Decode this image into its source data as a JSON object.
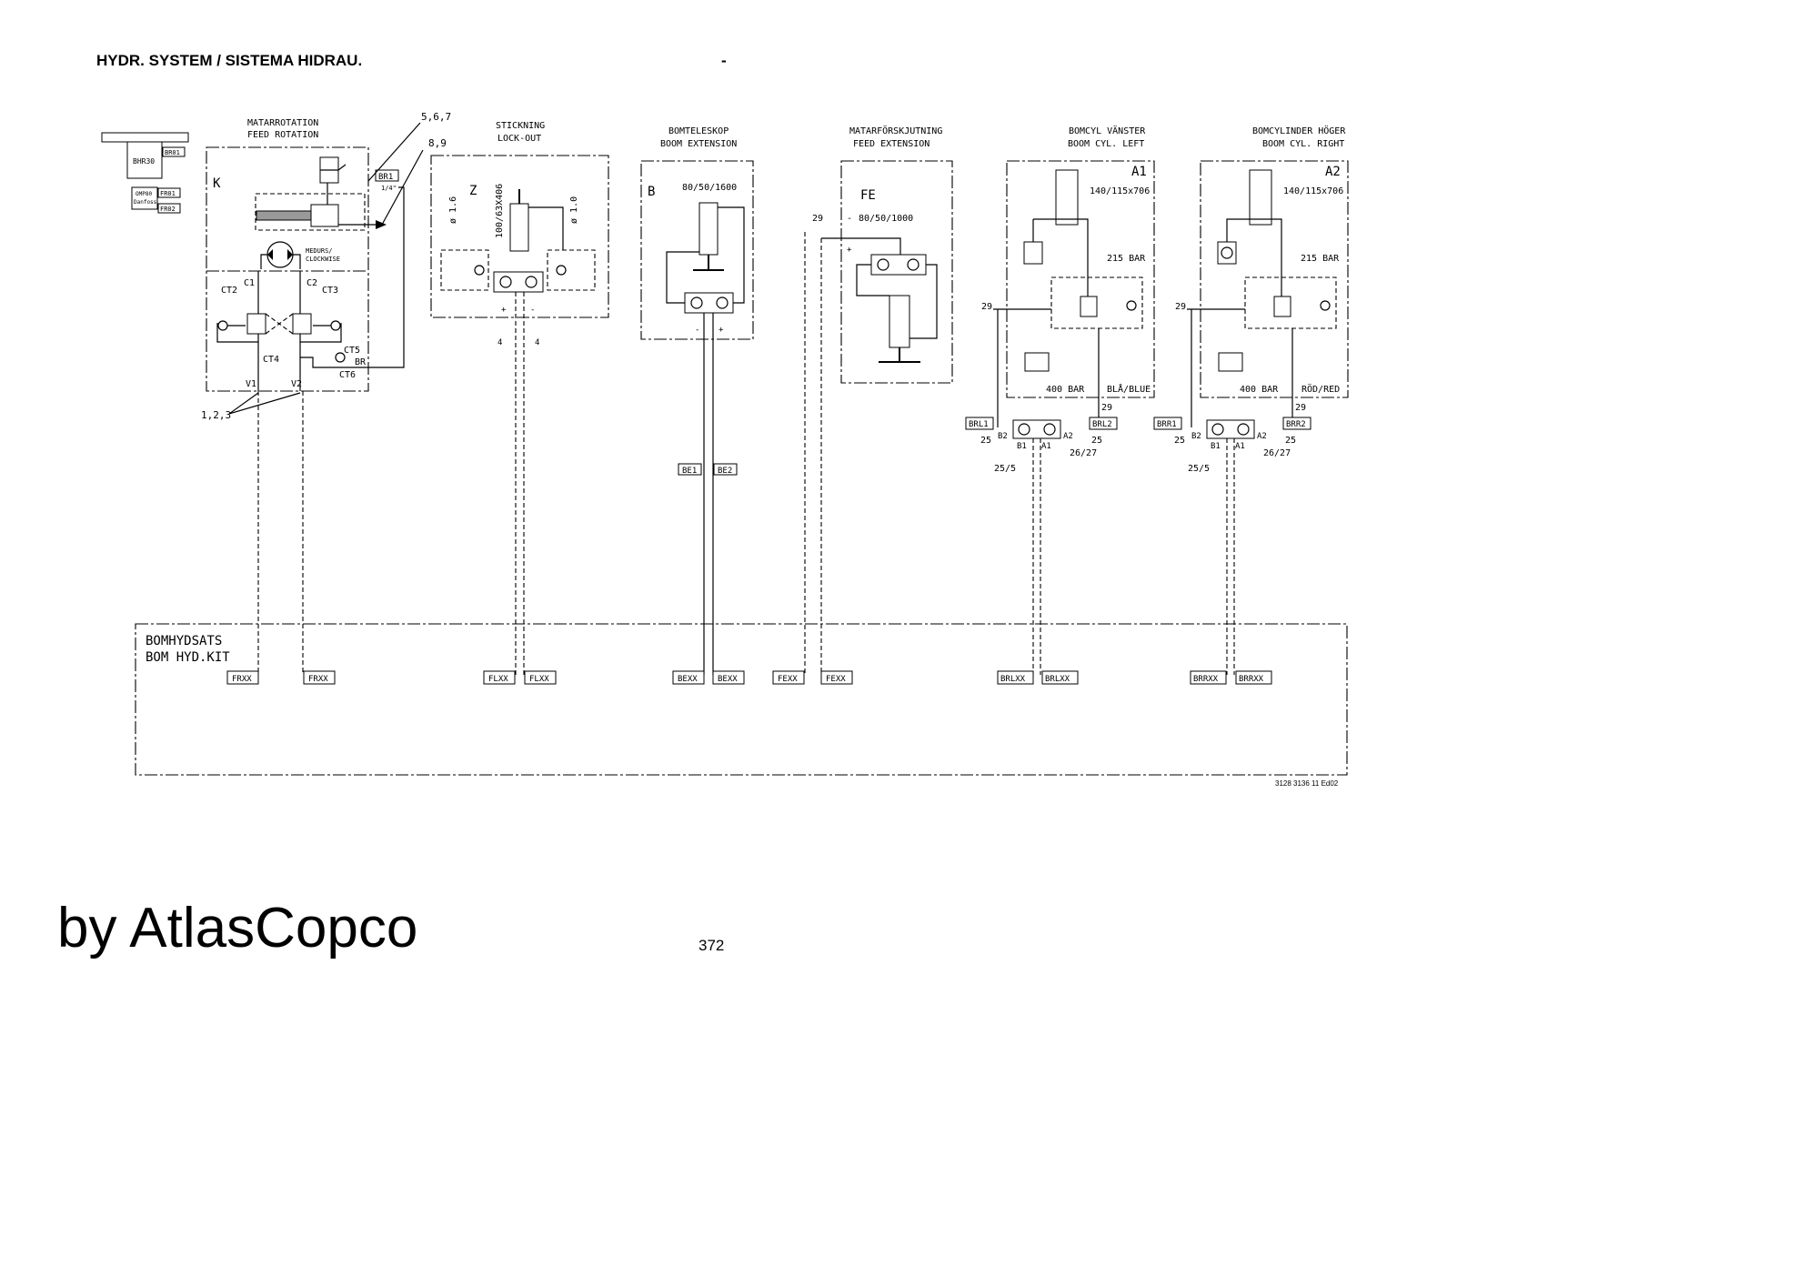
{
  "header": {
    "title": "HYDR. SYSTEM / SISTEMA HIDRAU.",
    "dash": "-"
  },
  "footer": {
    "brand": "by AtlasCopco",
    "page_number": "372",
    "doc_number": "3128 3136 11 Ed02"
  },
  "diagram": {
    "sections": {
      "feed_rotation": {
        "title_sv": "MATARROTATION",
        "title_en": "FEED ROTATION",
        "letter": "K"
      },
      "lockout": {
        "title_sv": "STICKNING",
        "title_en": "LOCK-OUT",
        "letter": "Z",
        "cyl": "100/63X406",
        "valve_left": "ø 1.6",
        "valve_right": "ø 1.0"
      },
      "boom_ext": {
        "title_sv": "BOMTELESKOP",
        "title_en": "BOOM EXTENSION",
        "letter": "B",
        "cyl": "80/50/1600"
      },
      "feed_ext": {
        "title_sv": "MATARFÖRSKJUTNING",
        "title_en": "FEED EXTENSION",
        "letter": "FE",
        "cyl": "80/50/1000"
      },
      "boom_left": {
        "title_sv": "BOMCYL VÄNSTER",
        "title_en": "BOOM CYL. LEFT",
        "letter": "A1",
        "cyl": "140/115x706",
        "p1": "215 BAR",
        "p2": "400 BAR",
        "color": "BLÅ/BLUE"
      },
      "boom_right": {
        "title_sv": "BOMCYLINDER HÖGER",
        "title_en": "BOOM CYL. RIGHT",
        "letter": "A2",
        "cyl": "140/115x706",
        "p1": "215 BAR",
        "p2": "400 BAR",
        "color": "RÖD/RED"
      }
    },
    "motor": {
      "name": "BHR30",
      "omp": "OMP80",
      "danfoss": "Danfoss",
      "ports": [
        "BR01",
        "FR01",
        "FR02"
      ]
    },
    "labels": {
      "ref_567": "5,6,7",
      "ref_89": "8,9",
      "br1": "BR1",
      "quarter": "1/4\"",
      "medurs": "MEDURS/",
      "clockwise": "CLOCKWISE",
      "c1": "C1",
      "c2": "C2",
      "ct2": "CT2",
      "ct3": "CT3",
      "ct4": "CT4",
      "ct5": "CT5",
      "ct6": "CT6",
      "br": "BR",
      "v1": "V1",
      "v2": "V2",
      "ref_123": "1,2,3",
      "ref_4": "4",
      "plus": "+",
      "minus": "-",
      "be1": "BE1",
      "be2": "BE2",
      "ref_29": "29",
      "ref_25": "25",
      "ref_2627": "26/27",
      "ref_255": "25/5",
      "brl1": "BRL1",
      "brl2": "BRL2",
      "brr1": "BRR1",
      "brr2": "BRR2",
      "b1": "B1",
      "b2": "B2",
      "a1p": "A1",
      "a2p": "A2"
    },
    "kit": {
      "title1": "BOMHYDSATS",
      "title2": "BOM HYD.KIT",
      "ports": [
        "FRXX",
        "FRXX",
        "FLXX",
        "FLXX",
        "BEXX",
        "BEXX",
        "FEXX",
        "FEXX",
        "BRLXX",
        "BRLXX",
        "BRRXX",
        "BRRXX"
      ]
    }
  }
}
